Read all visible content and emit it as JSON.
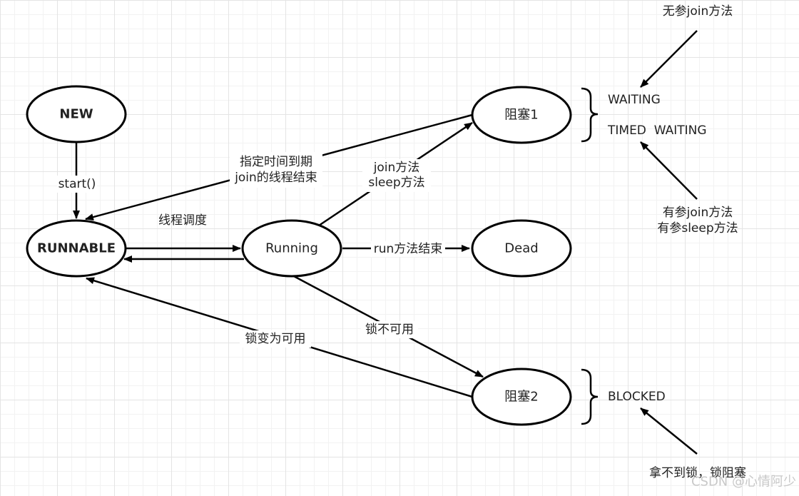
{
  "nodes": {
    "new": "NEW",
    "runnable": "RUNNABLE",
    "running": "Running",
    "blocked1": "阻塞1",
    "dead": "Dead",
    "blocked2": "阻塞2"
  },
  "edge_labels": {
    "start": "start()",
    "timeout_line1": "指定时间到期",
    "timeout_line2": "join的线程结束",
    "schedule": "线程调度",
    "join_line1": "join方法",
    "join_line2": "sleep方法",
    "run_end": "run方法结束",
    "lock_unavailable": "锁不可用",
    "lock_available": "锁变为可用"
  },
  "annotations": {
    "waiting": "WAITING",
    "timed_waiting": "TIMED  WAITING",
    "no_arg_join": "无参join方法",
    "with_arg_line1": "有参join方法",
    "with_arg_line2": "有参sleep方法",
    "blocked": "BLOCKED",
    "cannot_get_lock": "拿不到锁，锁阻塞"
  },
  "watermark": "CSDN @心情阿少"
}
